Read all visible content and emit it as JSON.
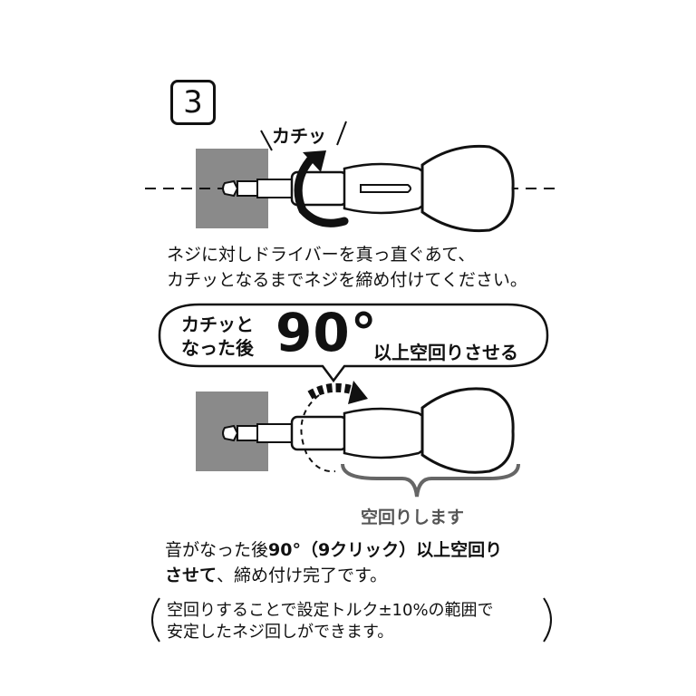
{
  "step": {
    "number": "3"
  },
  "figure1": {
    "click_label": "カチッ"
  },
  "instructions": {
    "line1": "ネジに対しドライバーを真っ直ぐあて、",
    "line2": "カチッとなるまでネジを締め付けてください。"
  },
  "bubble": {
    "line1": "カチッと",
    "line2": "なった後",
    "angle": "90°",
    "action": "以上空回りさせる"
  },
  "figure2": {
    "idle_label": "空回りします"
  },
  "completion": {
    "line1_prefix": "音がなった後",
    "line1_bold": "90°（9クリック）以上空回り",
    "line2_bold": "させて",
    "line2_rest": "、締め付け完了です。"
  },
  "note": {
    "line1": "空回りすることで設定トルク±10%の範囲で",
    "line2": "安定したネジ回しができます。"
  }
}
